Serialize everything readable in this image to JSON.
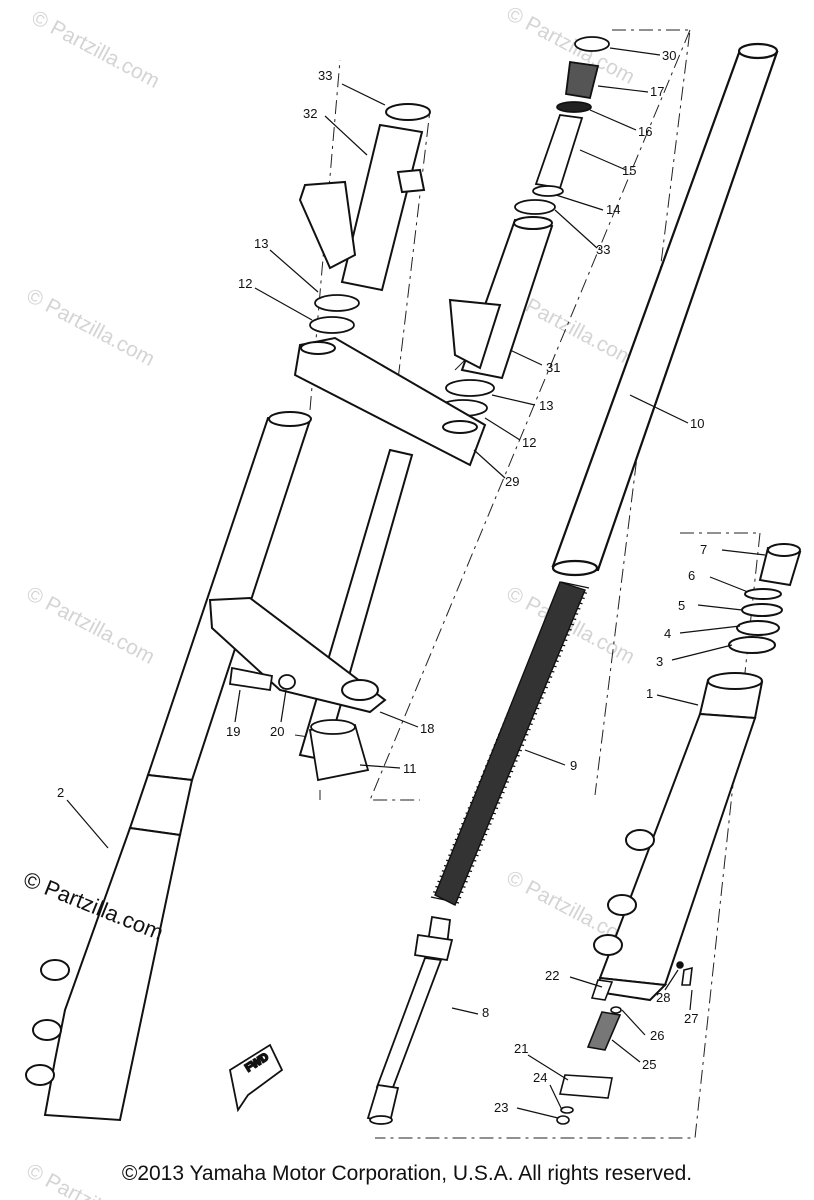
{
  "watermark": {
    "text": "© Partzilla.com",
    "color": "#d4d4d4"
  },
  "watermark_dark": {
    "text": "© Partzilla.com"
  },
  "fwd_label": "FWD",
  "callouts": [
    {
      "id": "c30",
      "label": "30"
    },
    {
      "id": "c17",
      "label": "17"
    },
    {
      "id": "c16",
      "label": "16"
    },
    {
      "id": "c15",
      "label": "15"
    },
    {
      "id": "c14",
      "label": "14"
    },
    {
      "id": "c33b",
      "label": "33"
    },
    {
      "id": "c33a",
      "label": "33"
    },
    {
      "id": "c32",
      "label": "32"
    },
    {
      "id": "c13a",
      "label": "13"
    },
    {
      "id": "c12a",
      "label": "12"
    },
    {
      "id": "c31",
      "label": "31"
    },
    {
      "id": "c13b",
      "label": "13"
    },
    {
      "id": "c12b",
      "label": "12"
    },
    {
      "id": "c29",
      "label": "29"
    },
    {
      "id": "c10",
      "label": "10"
    },
    {
      "id": "c7",
      "label": "7"
    },
    {
      "id": "c6",
      "label": "6"
    },
    {
      "id": "c5",
      "label": "5"
    },
    {
      "id": "c4",
      "label": "4"
    },
    {
      "id": "c3",
      "label": "3"
    },
    {
      "id": "c1",
      "label": "1"
    },
    {
      "id": "c19",
      "label": "19"
    },
    {
      "id": "c20",
      "label": "20"
    },
    {
      "id": "c18",
      "label": "18"
    },
    {
      "id": "c11",
      "label": "11"
    },
    {
      "id": "c9",
      "label": "9"
    },
    {
      "id": "c2",
      "label": "2"
    },
    {
      "id": "c8",
      "label": "8"
    },
    {
      "id": "c22",
      "label": "22"
    },
    {
      "id": "c28",
      "label": "28"
    },
    {
      "id": "c27",
      "label": "27"
    },
    {
      "id": "c26",
      "label": "26"
    },
    {
      "id": "c25",
      "label": "25"
    },
    {
      "id": "c21",
      "label": "21"
    },
    {
      "id": "c24",
      "label": "24"
    },
    {
      "id": "c23",
      "label": "23"
    }
  ],
  "copyright": "©2013 Yamaha Motor Corporation, U.S.A. All rights reserved."
}
